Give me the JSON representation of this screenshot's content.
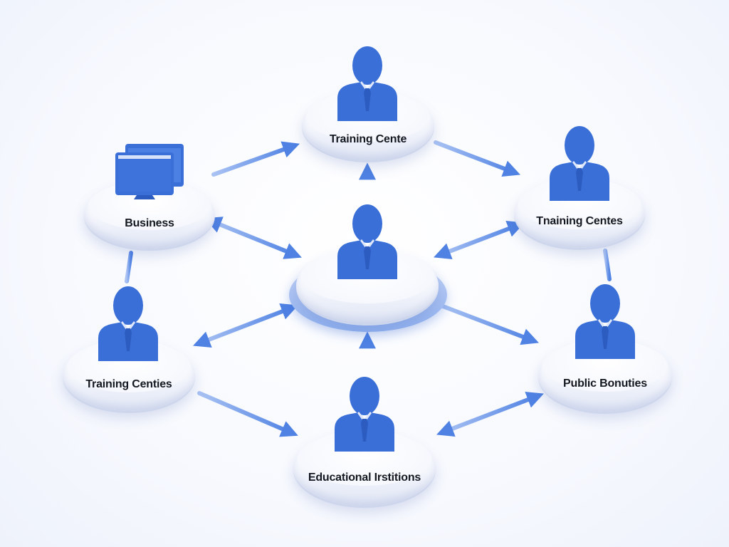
{
  "diagram": {
    "type": "network-hub",
    "accent_color": "#3a6fd8",
    "arrow_color": "#5a8be6",
    "nodes": [
      {
        "id": "top",
        "label": "Training Cente",
        "icon": "person-icon"
      },
      {
        "id": "business",
        "label": "Business",
        "icon": "monitor-icon"
      },
      {
        "id": "right-upper",
        "label": "Tnaining Centes",
        "icon": "person-icon"
      },
      {
        "id": "center",
        "label": "",
        "icon": "person-icon"
      },
      {
        "id": "left-lower",
        "label": "Training Centies",
        "icon": "person-icon"
      },
      {
        "id": "right-lower",
        "label": "Public Bonuties",
        "icon": "person-icon"
      },
      {
        "id": "bottom",
        "label": "Educational Irstitions",
        "icon": "person-icon"
      }
    ],
    "edges": [
      {
        "from": "business",
        "to": "top",
        "direction": "forward"
      },
      {
        "from": "top",
        "to": "right-upper",
        "direction": "forward"
      },
      {
        "from": "center",
        "to": "top",
        "direction": "forward"
      },
      {
        "from": "business",
        "to": "center",
        "direction": "both"
      },
      {
        "from": "right-upper",
        "to": "center",
        "direction": "both"
      },
      {
        "from": "business",
        "to": "left-lower",
        "direction": "none"
      },
      {
        "from": "right-upper",
        "to": "right-lower",
        "direction": "none"
      },
      {
        "from": "left-lower",
        "to": "center",
        "direction": "both"
      },
      {
        "from": "center",
        "to": "right-lower",
        "direction": "forward"
      },
      {
        "from": "bottom",
        "to": "center",
        "direction": "forward"
      },
      {
        "from": "left-lower",
        "to": "bottom",
        "direction": "forward"
      },
      {
        "from": "right-lower",
        "to": "bottom",
        "direction": "both"
      }
    ]
  }
}
